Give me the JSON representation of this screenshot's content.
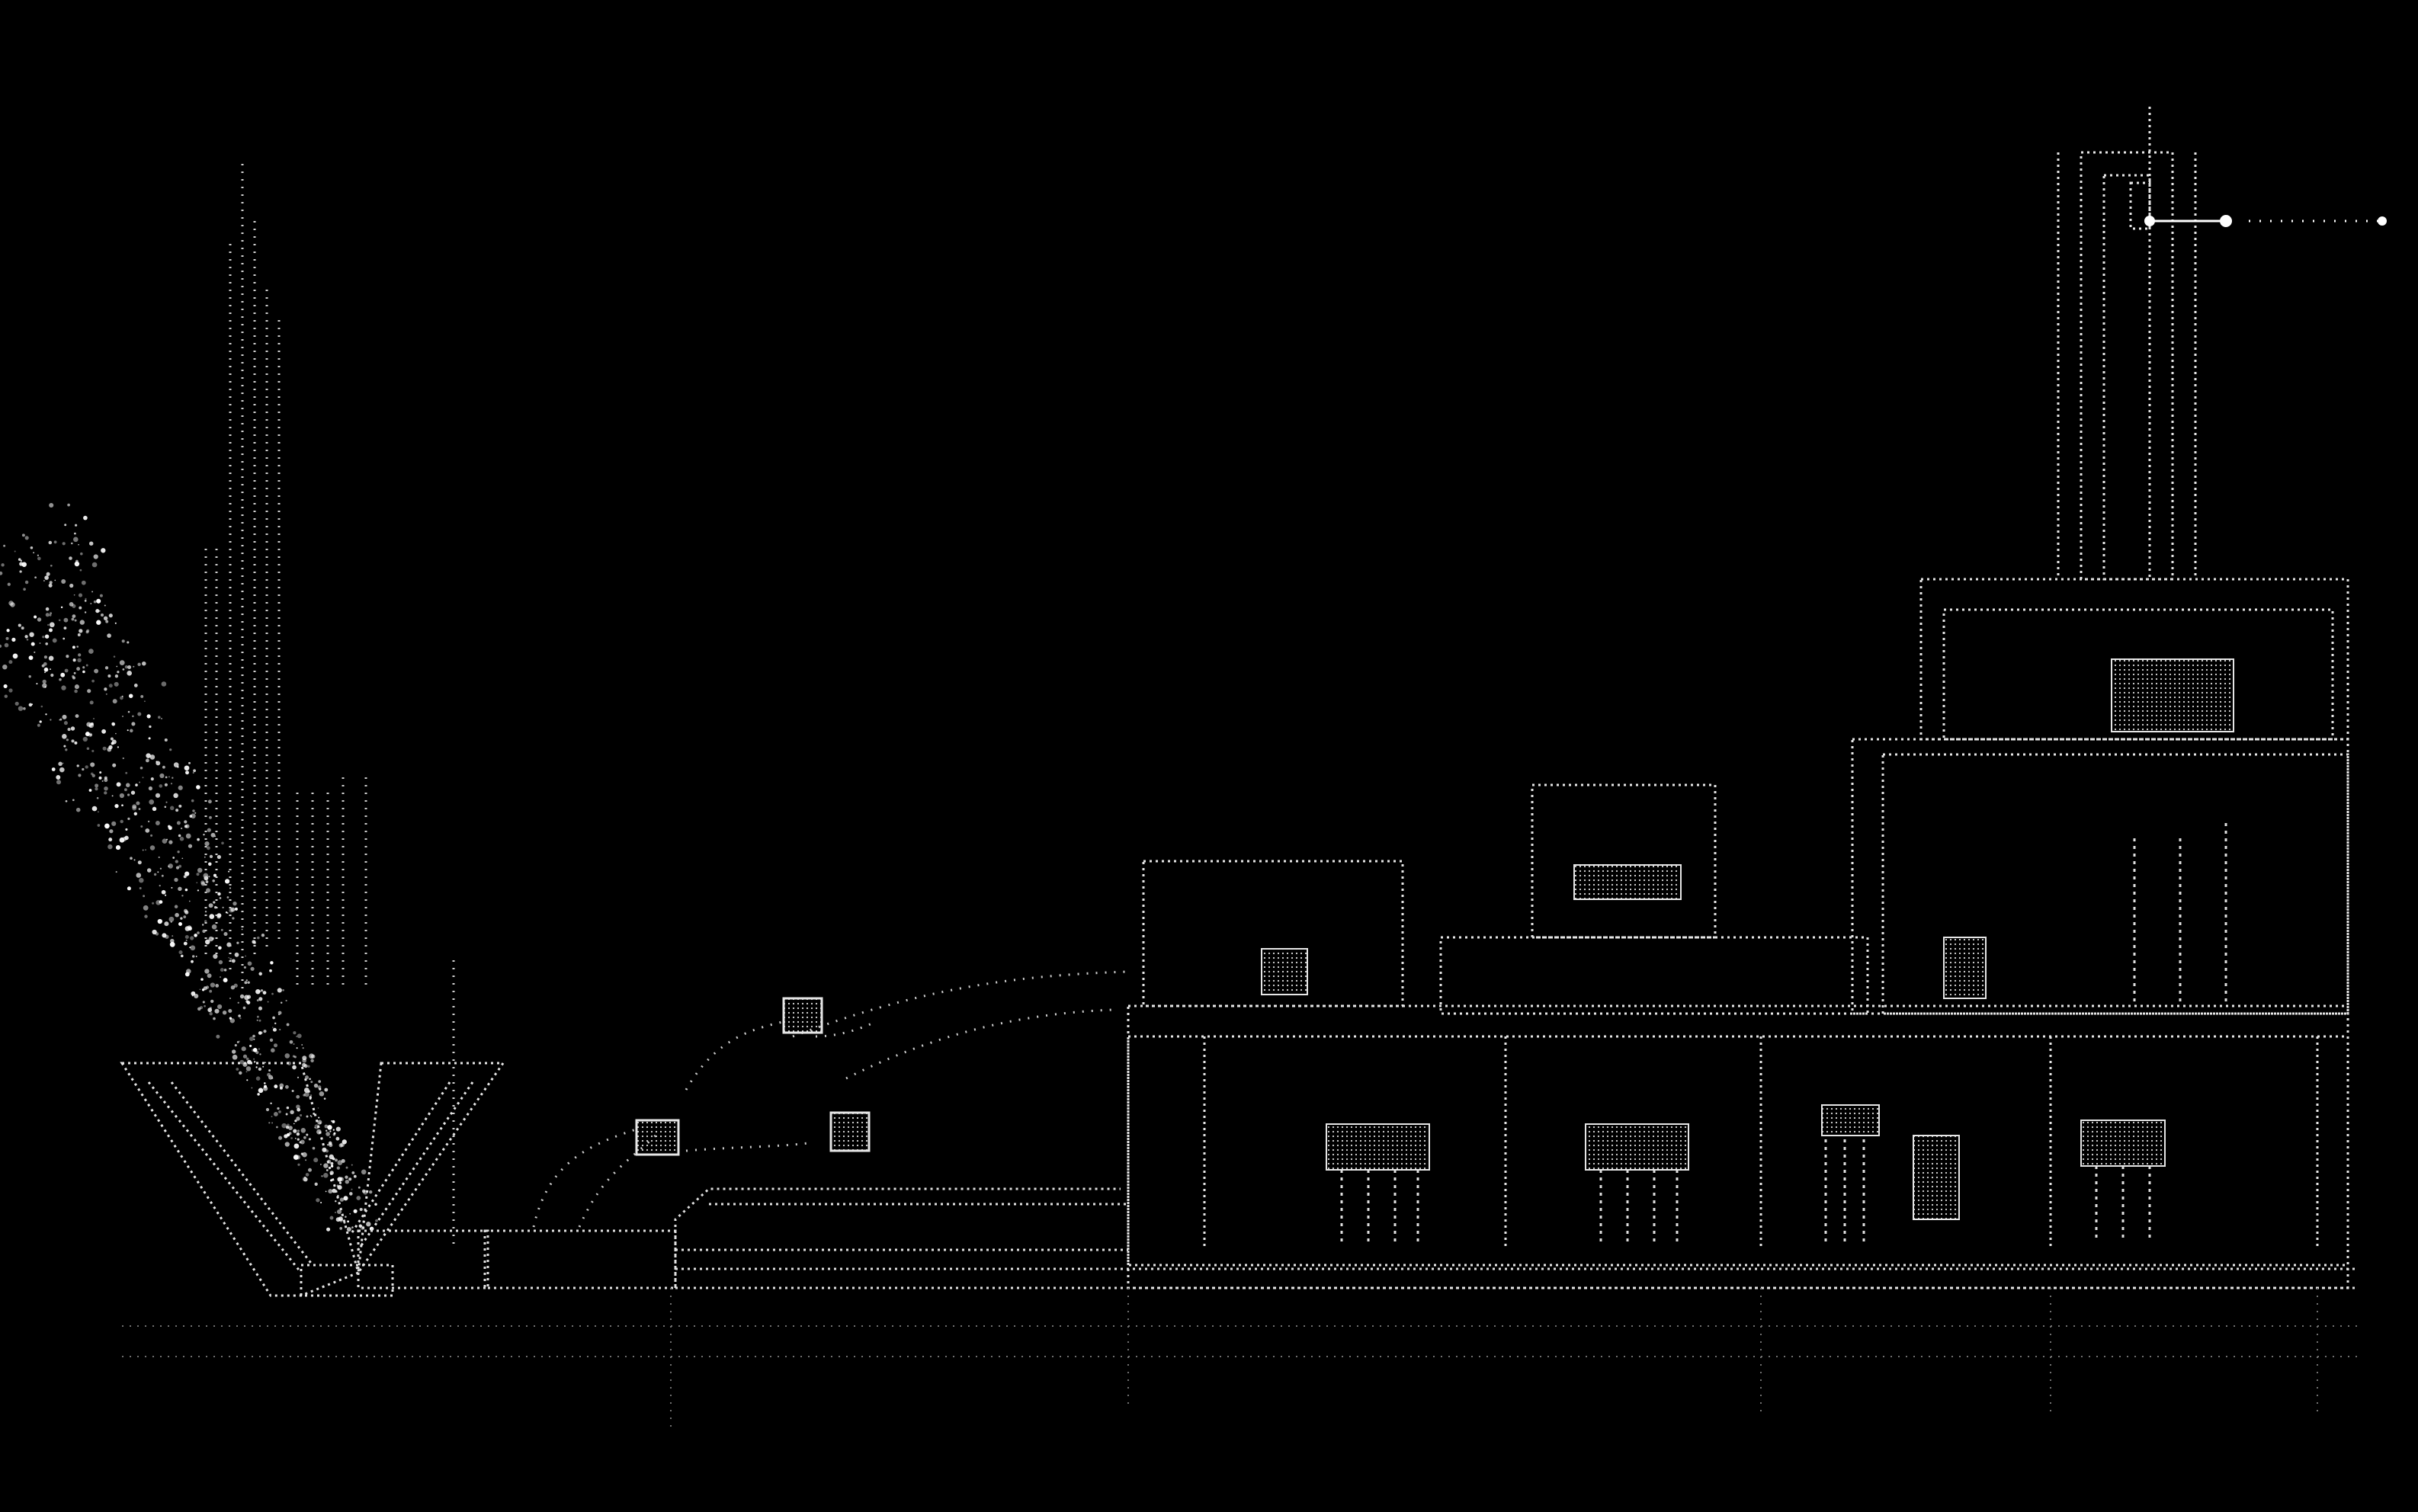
{
  "scene": {
    "background": "#000000",
    "line_color": "#e6e6e6",
    "dim_line_color": "#8a8a8a",
    "dot_color": "#ffffff"
  },
  "elements": {
    "particle_stream": "particle-stream",
    "hopper": "funnel-hopper",
    "conveyor": "conveyor-pipe",
    "signal_paths": "dotted-signal-arcs",
    "processing_cabinets": "processing-cabinets",
    "factory": "factory-building",
    "tower": "control-tower",
    "output_line": "output-signal-line"
  }
}
